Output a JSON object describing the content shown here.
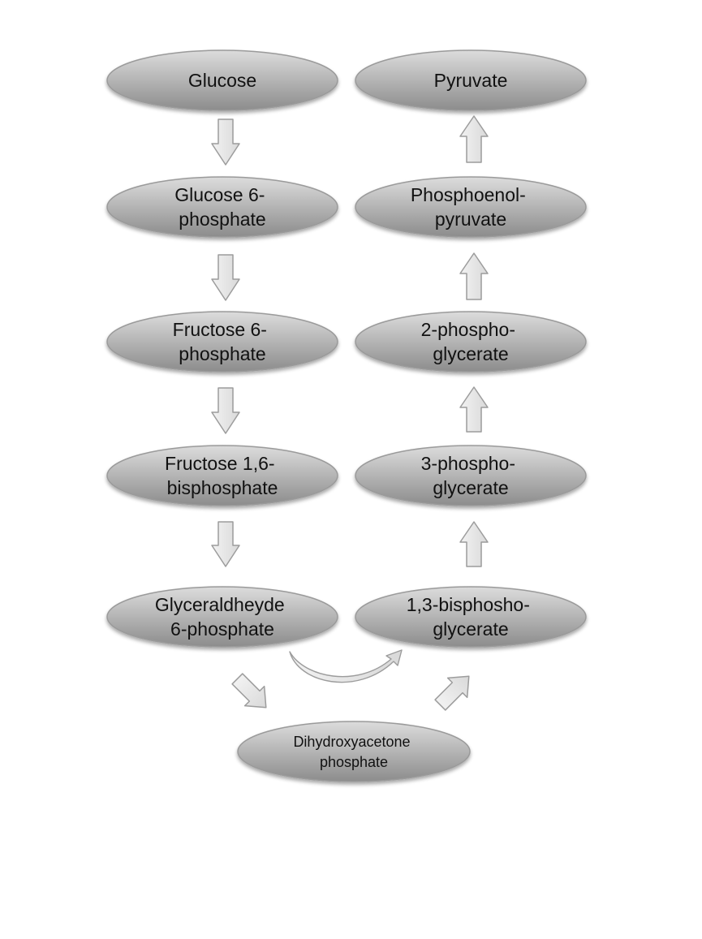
{
  "diagram": {
    "nodes": {
      "glucose": {
        "lines": [
          "Glucose"
        ]
      },
      "glucose_6_phosphate": {
        "lines": [
          "Glucose 6-",
          "phosphate"
        ]
      },
      "fructose_6_phosphate": {
        "lines": [
          "Fructose 6-",
          "phosphate"
        ]
      },
      "fructose_1_6_bisphosphate": {
        "lines": [
          "Fructose 1,6-",
          "bisphosphate"
        ]
      },
      "glyceraldehyde_6_phosphate": {
        "lines": [
          "Glyceraldheyde",
          "6-phosphate"
        ]
      },
      "dihydroxyacetone_phosphate": {
        "lines": [
          "Dihydroxyacetone",
          "phosphate"
        ]
      },
      "bisphosphoglycerate_1_3": {
        "lines": [
          "1,3-bisphosho-",
          "glycerate"
        ]
      },
      "phosphoglycerate_3": {
        "lines": [
          "3-phospho-",
          "glycerate"
        ]
      },
      "phosphoglycerate_2": {
        "lines": [
          "2-phospho-",
          "glycerate"
        ]
      },
      "phosphoenolpyruvate": {
        "lines": [
          "Phosphoenol-",
          "pyruvate"
        ]
      },
      "pyruvate": {
        "lines": [
          "Pyruvate"
        ]
      }
    },
    "colors": {
      "ellipse_light": "#d8d8d8",
      "ellipse_dark": "#8e8e8e",
      "ellipse_stroke": "#9a9a9a",
      "arrow_fill": "#e6e6e6",
      "arrow_stroke": "#9c9c9c",
      "text": "#111111"
    }
  }
}
